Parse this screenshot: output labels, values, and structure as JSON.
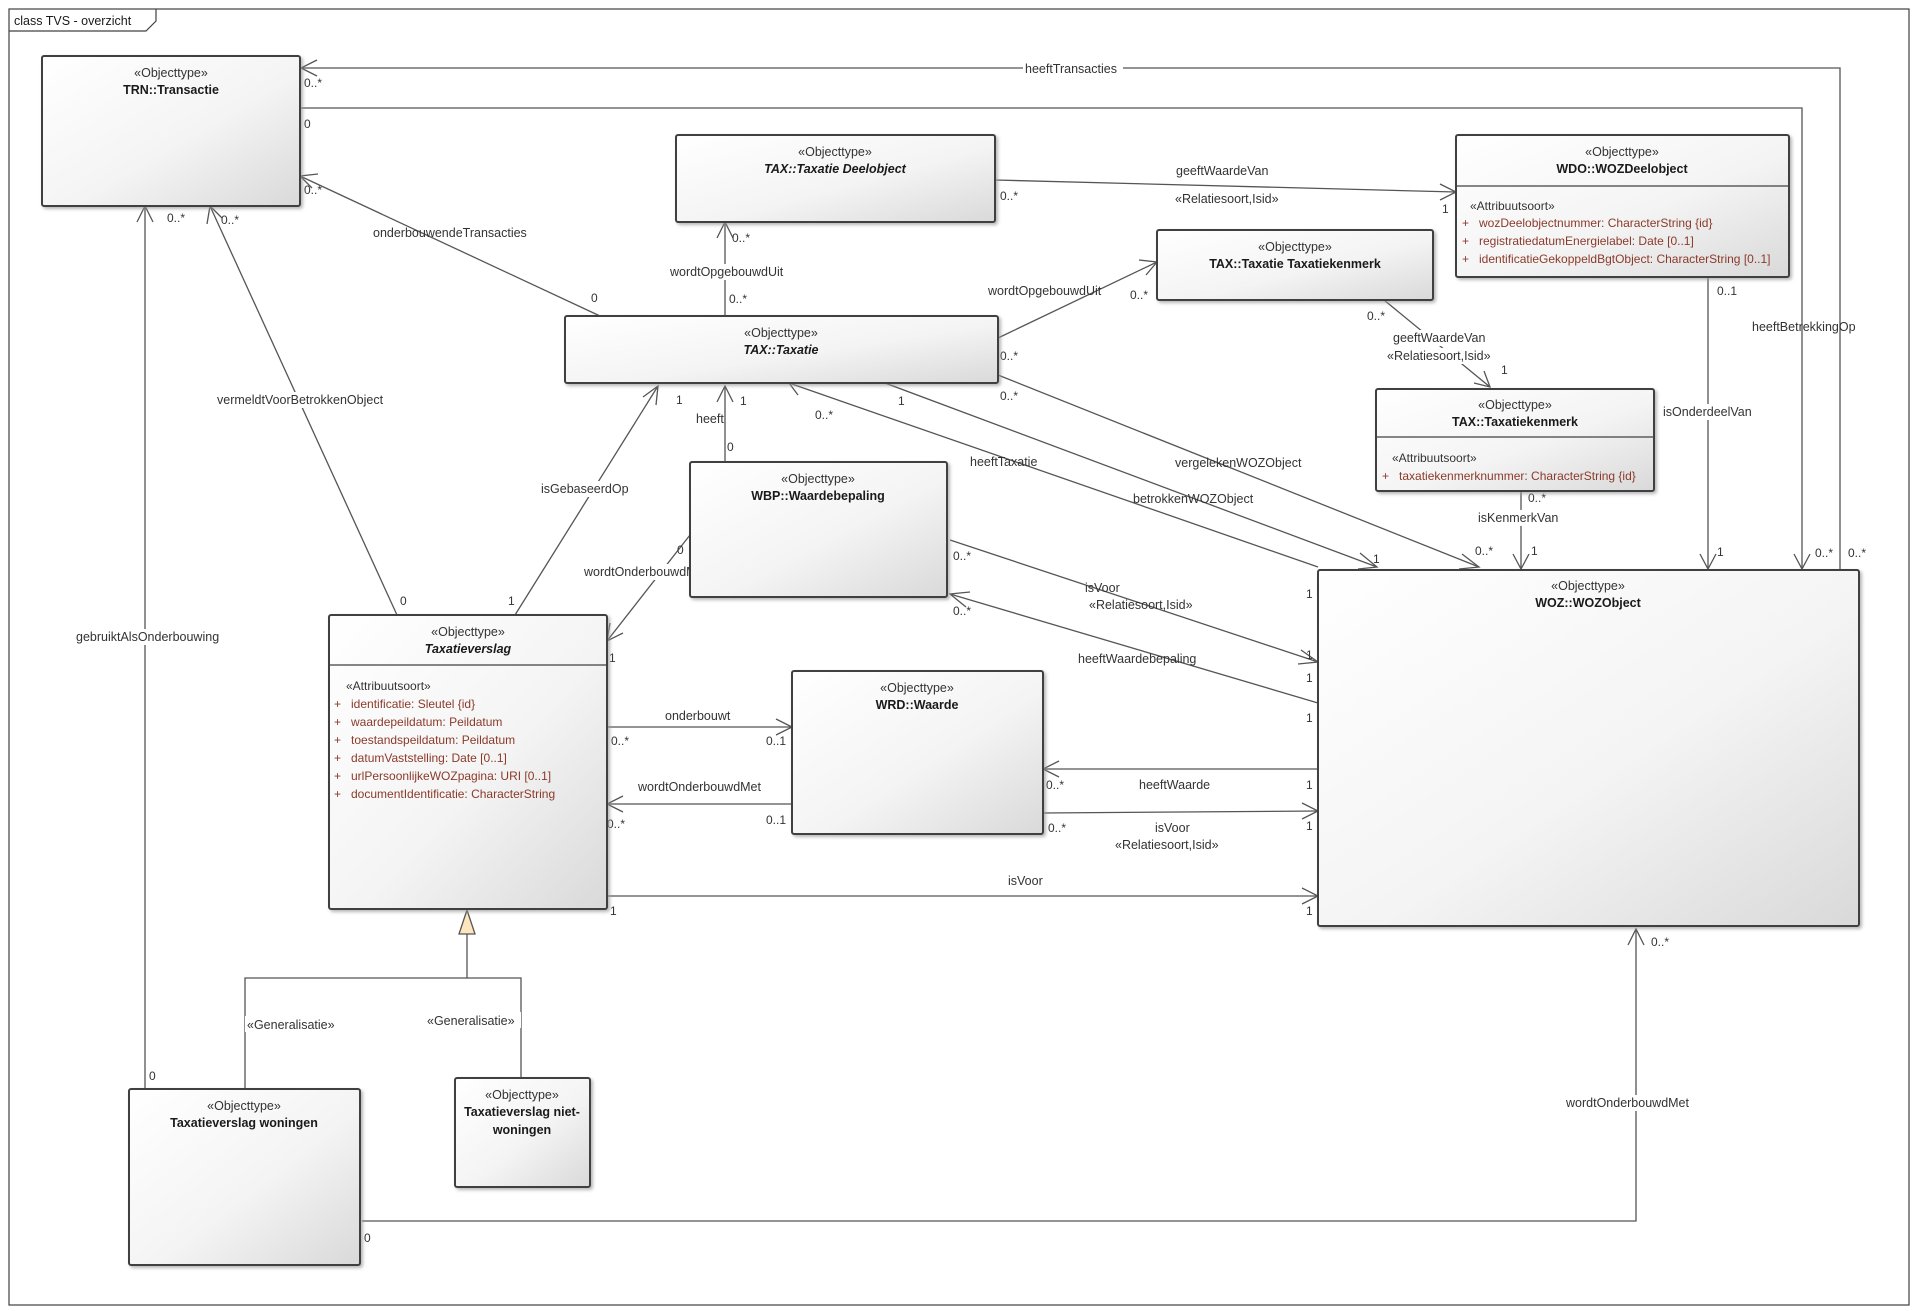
{
  "frame": {
    "title": "class TVS - overzicht"
  },
  "classes": {
    "transactie": {
      "stereotype": "«Objecttype»",
      "name": "TRN::Transactie"
    },
    "taxatie_deelobject": {
      "stereotype": "«Objecttype»",
      "name": "TAX::Taxatie Deelobject"
    },
    "woz_deelobject": {
      "stereotype": "«Objecttype»",
      "name": "WDO::WOZDeelobject",
      "attr_header": "«Attribuutsoort»",
      "attributes": [
        "+   wozDeelobjectnummer: CharacterString {id}",
        "+   registratiedatumEnergielabel: Date [0..1]",
        "+   identificatieGekoppeldBgtObject: CharacterString [0..1]"
      ]
    },
    "taxatie_taxatiekenmerk": {
      "stereotype": "«Objecttype»",
      "name": "TAX::Taxatie Taxatiekenmerk"
    },
    "taxatie": {
      "stereotype": "«Objecttype»",
      "name": "TAX::Taxatie"
    },
    "taxatiekenmerk": {
      "stereotype": "«Objecttype»",
      "name": "TAX::Taxatiekenmerk",
      "attr_header": "«Attribuutsoort»",
      "attributes": [
        "+   taxatiekenmerknummer: CharacterString {id}"
      ]
    },
    "waardebepaling": {
      "stereotype": "«Objecttype»",
      "name": "WBP::Waardebepaling"
    },
    "woz_object": {
      "stereotype": "«Objecttype»",
      "name": "WOZ::WOZObject"
    },
    "taxatieverslag": {
      "stereotype": "«Objecttype»",
      "name": "Taxatieverslag",
      "attr_header": "«Attribuutsoort»",
      "attributes": [
        "+   identificatie: Sleutel {id}",
        "+   waardepeildatum: Peildatum",
        "+   toestandspeildatum: Peildatum",
        "+   datumVaststelling: Date [0..1]",
        "+   urlPersoonlijkeWOZpagina: URI [0..1]",
        "+   documentIdentificatie: CharacterString"
      ]
    },
    "waarde": {
      "stereotype": "«Objecttype»",
      "name": "WRD::Waarde"
    },
    "tv_woningen": {
      "stereotype": "«Objecttype»",
      "name": "Taxatieverslag woningen"
    },
    "tv_niet_woningen": {
      "stereotype": "«Objecttype»",
      "name_line1": "Taxatieverslag niet-",
      "name_line2": "woningen"
    }
  },
  "labels": {
    "heeftTransacties": "heeftTransacties",
    "geeftWaardeVan": "geeftWaardeVan",
    "relatiesoort_isid": "«Relatiesoort,Isid»",
    "onderbouwendeTransacties": "onderbouwendeTransacties",
    "wordtOpgebouwdUit": "wordtOpgebouwdUit",
    "heeftBetrekkingOp": "heeftBetrekkingOp",
    "isOnderdeelVan": "isOnderdeelVan",
    "vermeldtVoorBetrokkenObject": "vermeldtVoorBetrokkenObject",
    "heeft": "heeft",
    "heeftTaxatie": "heeftTaxatie",
    "vergelekenWOZObject": "vergelekenWOZObject",
    "betrokkenWOZObject": "betrokkenWOZObject",
    "isKenmerkVan": "isKenmerkVan",
    "isGebaseerdOp": "isGebaseerdOp",
    "wordtOnderbouwdMet": "wordtOnderbouwdMet",
    "isVoor": "isVoor",
    "gebruiktAlsOnderbouwing": "gebruiktAlsOnderbouwing",
    "heeftWaardebepaling": "heeftWaardebepaling",
    "onderbouwt": "onderbouwt",
    "heeftWaarde": "heeftWaarde",
    "generalisatie": "«Generalisatie»"
  },
  "multiplicities": {
    "zero_many": "0..*",
    "zero": "0",
    "one": "1",
    "zero_one": "0..1"
  }
}
